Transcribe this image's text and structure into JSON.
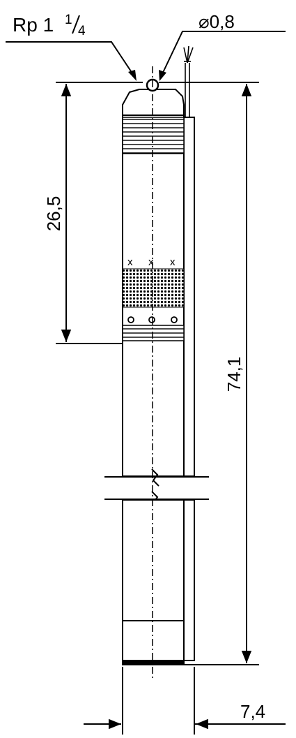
{
  "drawing": {
    "thread_label": "Rp 1",
    "thread_fraction_num": "1",
    "thread_fraction_den": "4",
    "cable_diameter_label": "⌀0,8",
    "dim_length_upper": "26,5",
    "dim_length_total": "74,1",
    "dim_diameter": "7,4"
  }
}
